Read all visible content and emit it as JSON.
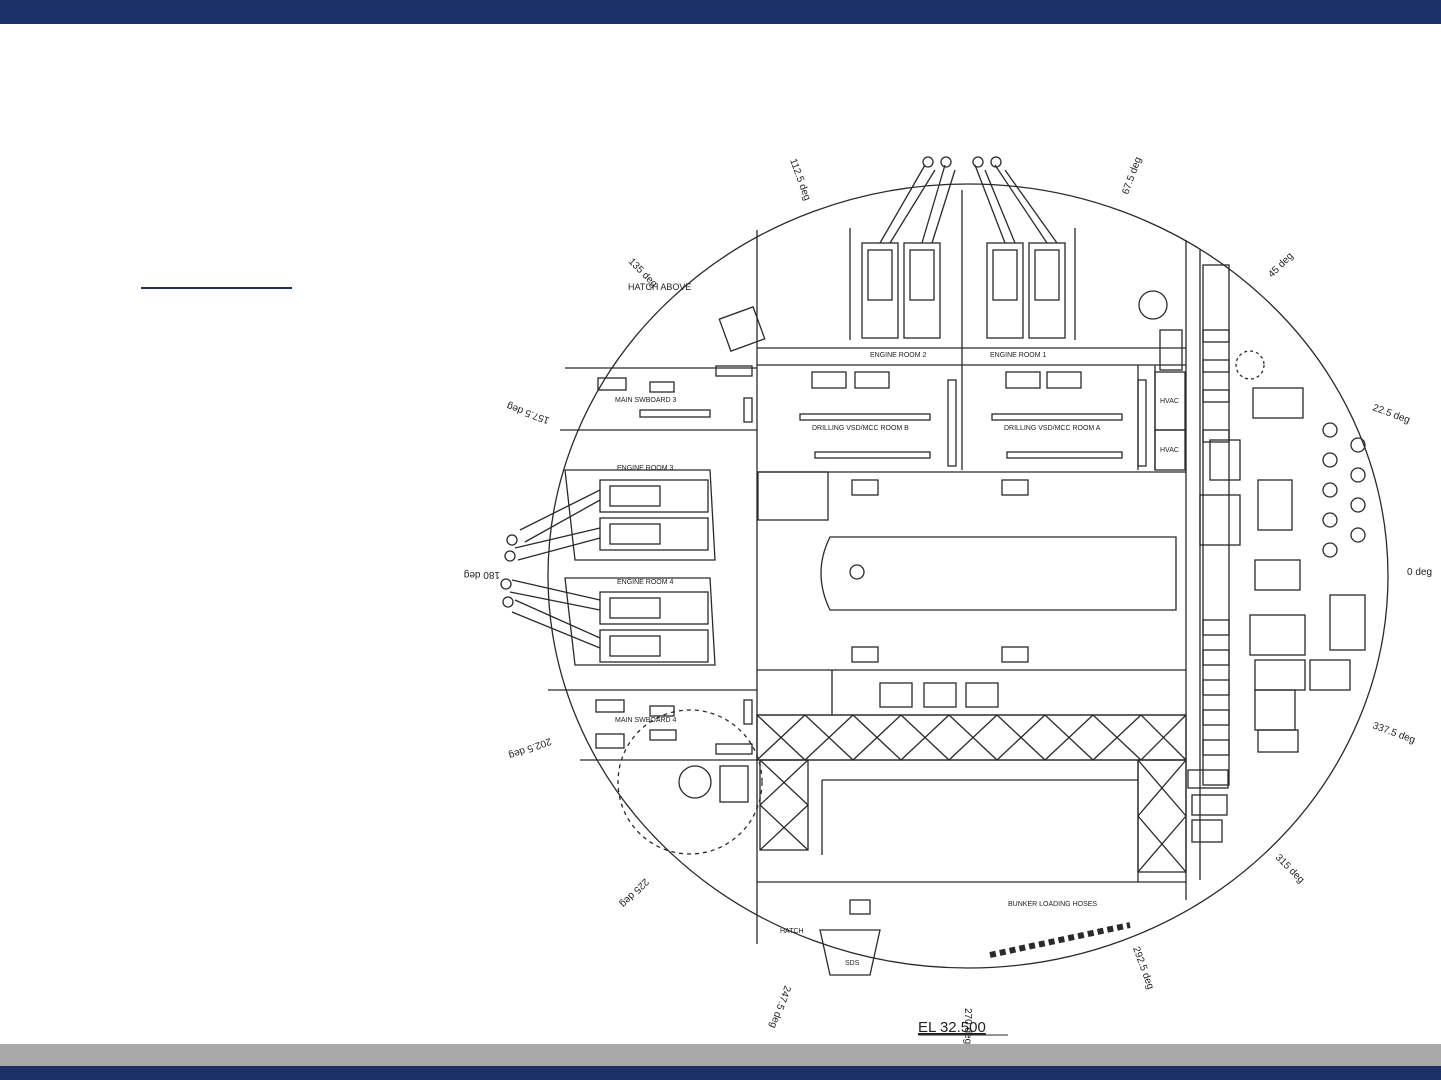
{
  "slide": {
    "colors": {
      "band": "#1c2f66",
      "footer_grey": "#a8a8a8",
      "line": "#2a2a2a"
    }
  },
  "plan": {
    "elevation": "EL 32.500",
    "degree_markers": [
      "0 deg",
      "22.5 deg",
      "45 deg",
      "67.5 deg",
      "112.5 deg",
      "135 deg",
      "157.5 deg",
      "180 deg",
      "202.5 deg",
      "225 deg",
      "247.5 deg",
      "270 deg",
      "292.5 deg",
      "315 deg",
      "337.5 deg"
    ],
    "rooms": {
      "engine_room_1": "ENGINE ROOM 1",
      "engine_room_2": "ENGINE ROOM 2",
      "engine_room_3": "ENGINE ROOM 3",
      "engine_room_4": "ENGINE ROOM 4",
      "main_swbd_3": "MAIN SWBOARD 3",
      "main_swbd_4": "MAIN SWBOARD 4",
      "drilling_a": "DRILLING VSD/MCC ROOM A",
      "drilling_b": "DRILLING VSD/MCC ROOM B",
      "bunker": "BUNKER LOADING HOSES",
      "hvac_1": "HVAC",
      "hvac_2": "HVAC",
      "sds": "SDS",
      "hatch": "HATCH",
      "hatch_above": "HATCH ABOVE"
    }
  }
}
